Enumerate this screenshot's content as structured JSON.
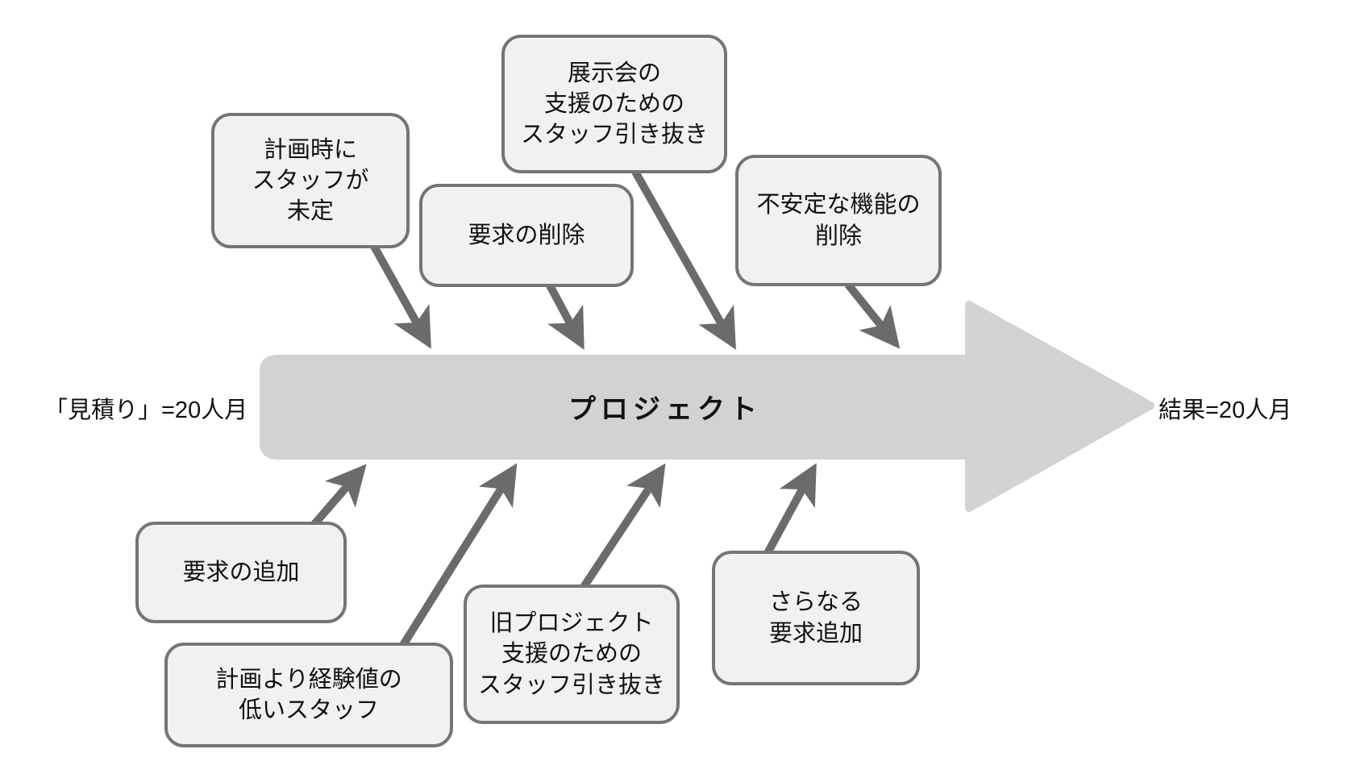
{
  "diagram": {
    "labels": {
      "start": "「見積り」=20人月",
      "center": "プロジェクト",
      "end": "結果=20人月"
    },
    "top_causes": [
      {
        "label": "計画時に\nスタッフが\n未定"
      },
      {
        "label": "要求の削除"
      },
      {
        "label": "展示会の\n支援のための\nスタッフ引き抜き"
      },
      {
        "label": "不安定な機能の\n削除"
      }
    ],
    "bottom_causes": [
      {
        "label": "要求の追加"
      },
      {
        "label": "計画より経験値の\n低いスタッフ"
      },
      {
        "label": "旧プロジェクト\n支援のための\nスタッフ引き抜き"
      },
      {
        "label": "さらなる\n要求追加"
      }
    ],
    "colors": {
      "box_fill": "#f1f1f1",
      "box_border": "#757575",
      "connector_gray": "#6b6b6b",
      "main_arrow_fill": "#d2d2d2",
      "text": "#111111",
      "background": "#ffffff"
    }
  }
}
